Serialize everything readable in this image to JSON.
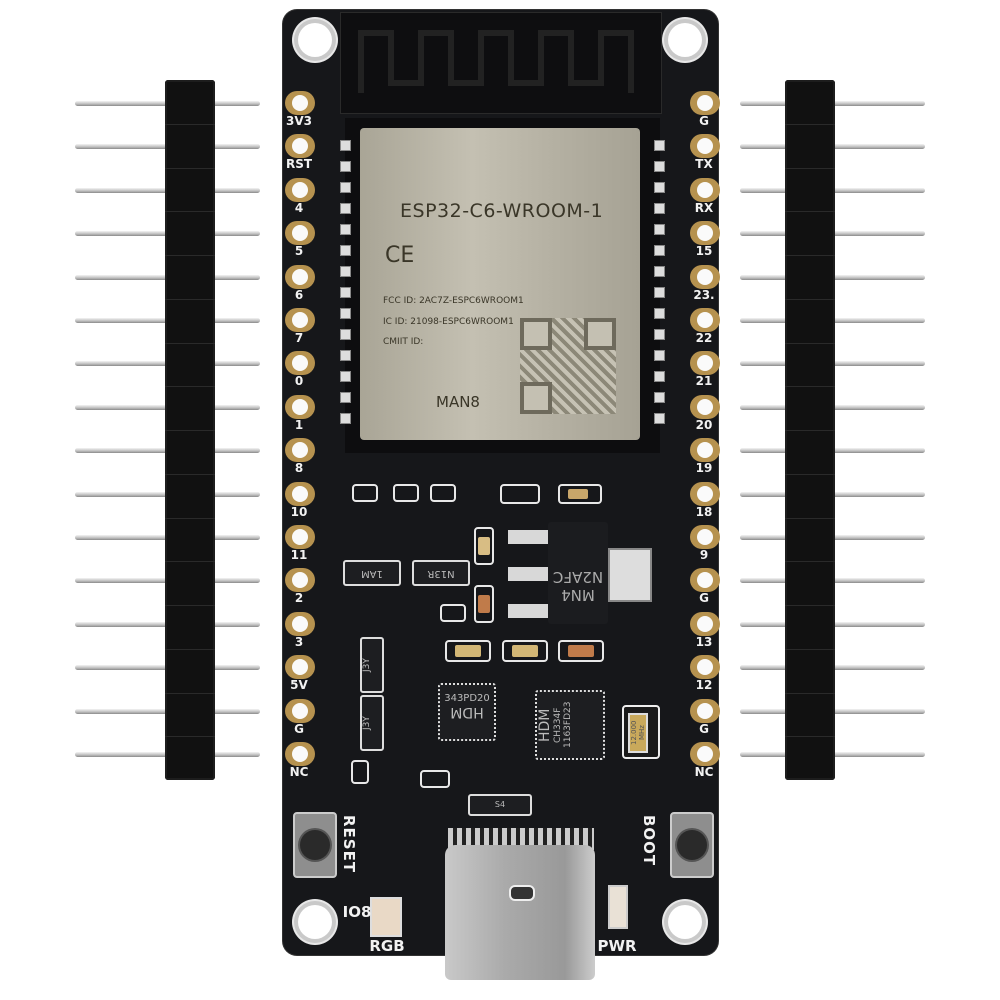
{
  "product": {
    "module_name": "ESP32-C6-WROOM-1",
    "ce_mark": "CE",
    "fcc_id": "FCC ID: 2AC7Z-ESPC6WROOM1",
    "ic_id": "IC ID: 21098-ESPC6WROOM1",
    "cmiit_id": "CMIIT ID:",
    "module_lot": "MAN8"
  },
  "pins_left": [
    "3V3",
    "RST",
    "4",
    "5",
    "6",
    "7",
    "0",
    "1",
    "8",
    "10",
    "11",
    "2",
    "3",
    "5V",
    "G",
    "NC"
  ],
  "pins_right": [
    "G",
    "TX",
    "RX",
    "15",
    "23.",
    "22",
    "21",
    "20",
    "19",
    "18",
    "9",
    "G",
    "13",
    "12",
    "G",
    "NC"
  ],
  "chips": {
    "regulator": "MN4 N2AFC",
    "transistor_1": "1AM",
    "transistor_2": "N13R",
    "diode_1": "J3Y",
    "diode_2": "J3Y",
    "esd_chip_line1": "343PD20",
    "esd_chip_line2": "HDM",
    "usb_chip_line1": "HDM",
    "usb_chip_line2": "CH334F",
    "usb_chip_line3": "1163FD23",
    "crystal": "12.000 MHz",
    "small_diode": "S4"
  },
  "labels": {
    "reset": "RESET",
    "boot": "BOOT",
    "io8": "IO8",
    "rgb": "RGB",
    "pwr": "PWR"
  },
  "colors": {
    "pcb": "#16171a",
    "pad_gold": "#b6924f",
    "shield": "#b8b4a6",
    "header": "#111111"
  }
}
